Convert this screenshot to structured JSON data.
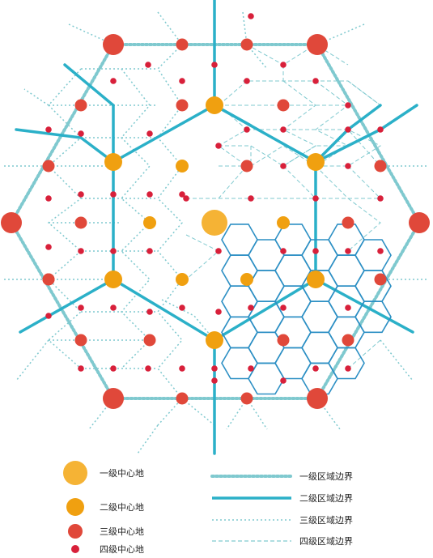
{
  "legend": {
    "centers": [
      {
        "label": "一级中心地",
        "color": "#f5b335"
      },
      {
        "label": "二级中心地",
        "color": "#f0a010"
      },
      {
        "label": "三级中心地",
        "color": "#e0483a"
      },
      {
        "label": "四级中心地",
        "color": "#d8203a"
      }
    ],
    "boundaries": [
      {
        "label": "一级区域边界"
      },
      {
        "label": "二级区域边界"
      },
      {
        "label": "三级区域边界"
      },
      {
        "label": "四级区域边界"
      }
    ]
  },
  "colors": {
    "line": "#2bb0c8",
    "dotted": "#7fc9cf",
    "grid": "#2c8fc4",
    "level1": "#f5b335",
    "level2": "#f0a010",
    "level3": "#e0483a",
    "level4": "#d8203a"
  }
}
